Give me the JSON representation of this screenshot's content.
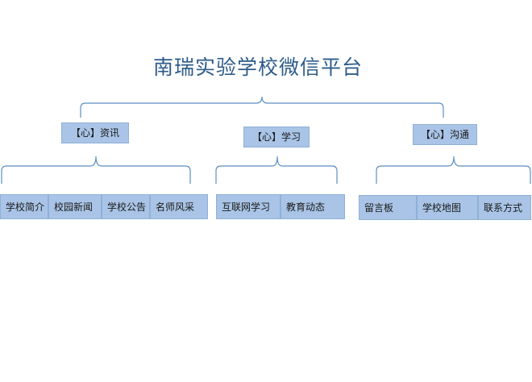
{
  "title": "南瑞实验学校微信平台",
  "categories": [
    {
      "label": "【心】资讯",
      "items": [
        "学校简介",
        "校园新闻",
        "学校公告",
        "名师风采"
      ]
    },
    {
      "label": "【心】学习",
      "items": [
        "互联网学习",
        "教育动态"
      ]
    },
    {
      "label": "【心】沟通",
      "items": [
        "留言板",
        "学校地图",
        "联系方式"
      ]
    }
  ],
  "colors": {
    "box_fill": "#a9c4e6",
    "line": "#5b8ec4",
    "title": "#2e5c8a"
  }
}
